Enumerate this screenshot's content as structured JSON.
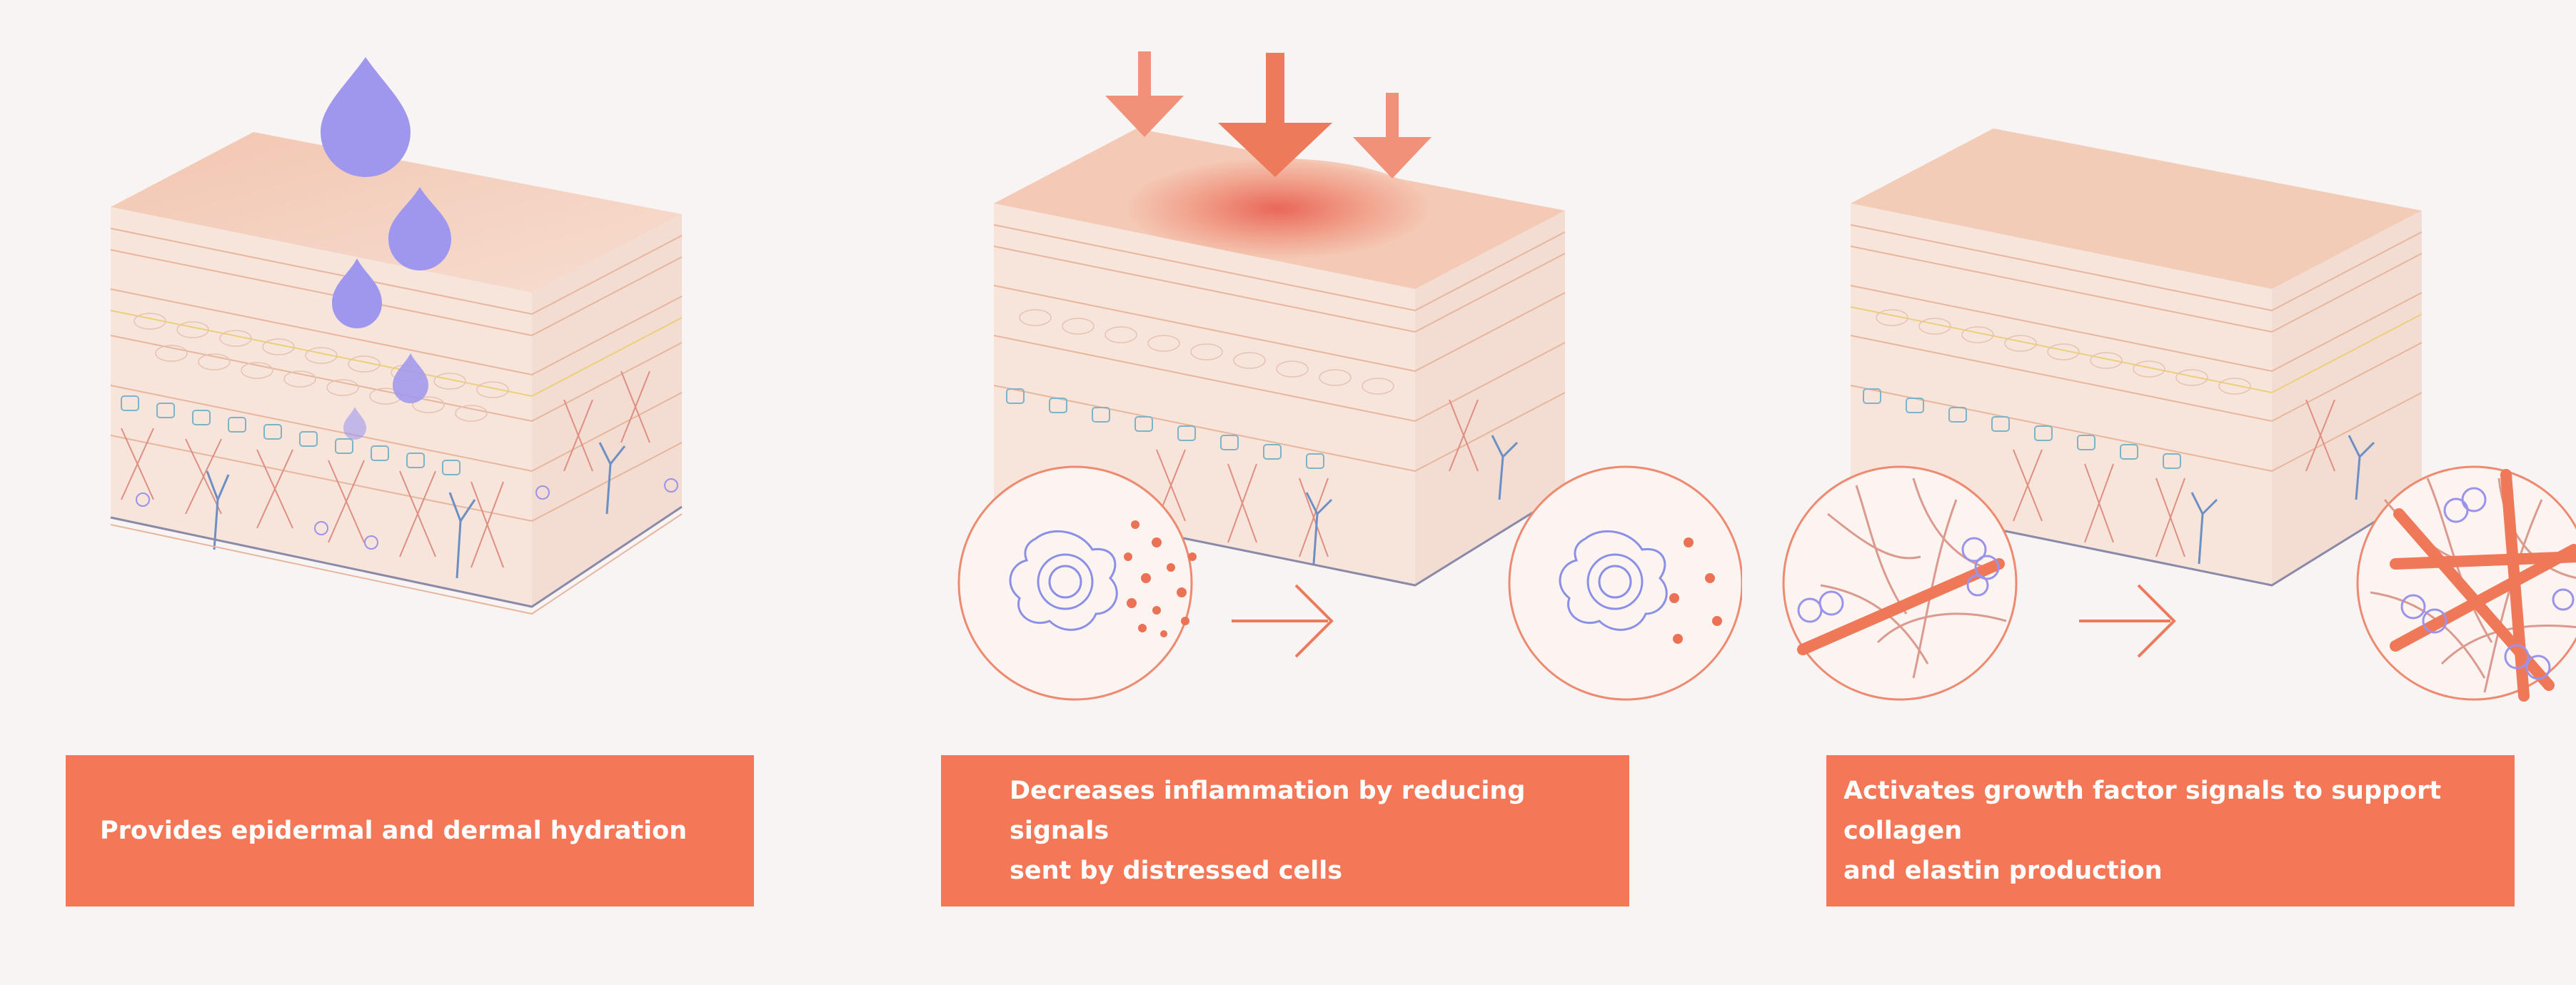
{
  "panels": [
    {
      "id": "hydration",
      "caption": "Provides epidermal and dermal hydration"
    },
    {
      "id": "inflammation",
      "caption": "Decreases inflammation by reducing signals\n    sent by distressed cells"
    },
    {
      "id": "collagen",
      "caption": "Activates growth factor signals to support collagen\n        and elastin production"
    }
  ],
  "colors": {
    "background": "#f8f4f3",
    "caption_box": "#f47758",
    "droplet": "#9f97ee",
    "arrow": "#ee7a5c",
    "skin_top": "#f3cbb7",
    "skin_side": "#f6e3d9",
    "cell_line": "#e9b9a2",
    "vessel_red": "#e08b7f",
    "vessel_blue": "#6f8ec6",
    "cell_blue": "#8c8fe6"
  },
  "icons": [
    "water-droplet-icon",
    "down-arrow-icon",
    "right-arrow-icon",
    "immune-cell-icon",
    "collagen-fiber-icon"
  ]
}
